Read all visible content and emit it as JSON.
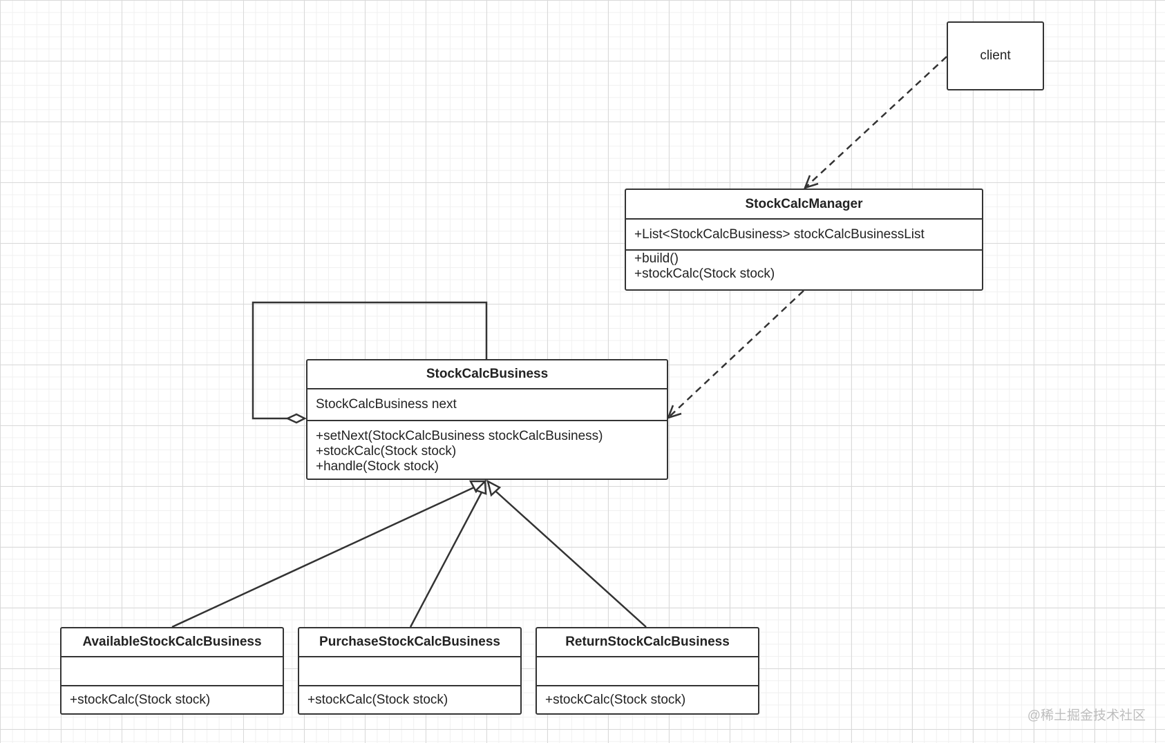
{
  "client": {
    "label": "client"
  },
  "manager": {
    "name": "StockCalcManager",
    "attributes": [
      "+List<StockCalcBusiness> stockCalcBusinessList"
    ],
    "operations": [
      "+build()",
      "+stockCalc(Stock stock)"
    ]
  },
  "business": {
    "name": "StockCalcBusiness",
    "attributes": [
      "StockCalcBusiness next"
    ],
    "operations": [
      "+setNext(StockCalcBusiness stockCalcBusiness)",
      "+stockCalc(Stock stock)",
      "+handle(Stock stock)"
    ]
  },
  "available": {
    "name": "AvailableStockCalcBusiness",
    "operations": [
      "+stockCalc(Stock stock)"
    ]
  },
  "purchase": {
    "name": "PurchaseStockCalcBusiness",
    "operations": [
      "+stockCalc(Stock stock)"
    ]
  },
  "returns": {
    "name": "ReturnStockCalcBusiness",
    "operations": [
      "+stockCalc(Stock stock)"
    ]
  },
  "watermark": "@稀土掘金技术社区",
  "colors": {
    "line": "#333333",
    "grid": "#d9d9d9",
    "watermark": "#bdbdbd"
  }
}
